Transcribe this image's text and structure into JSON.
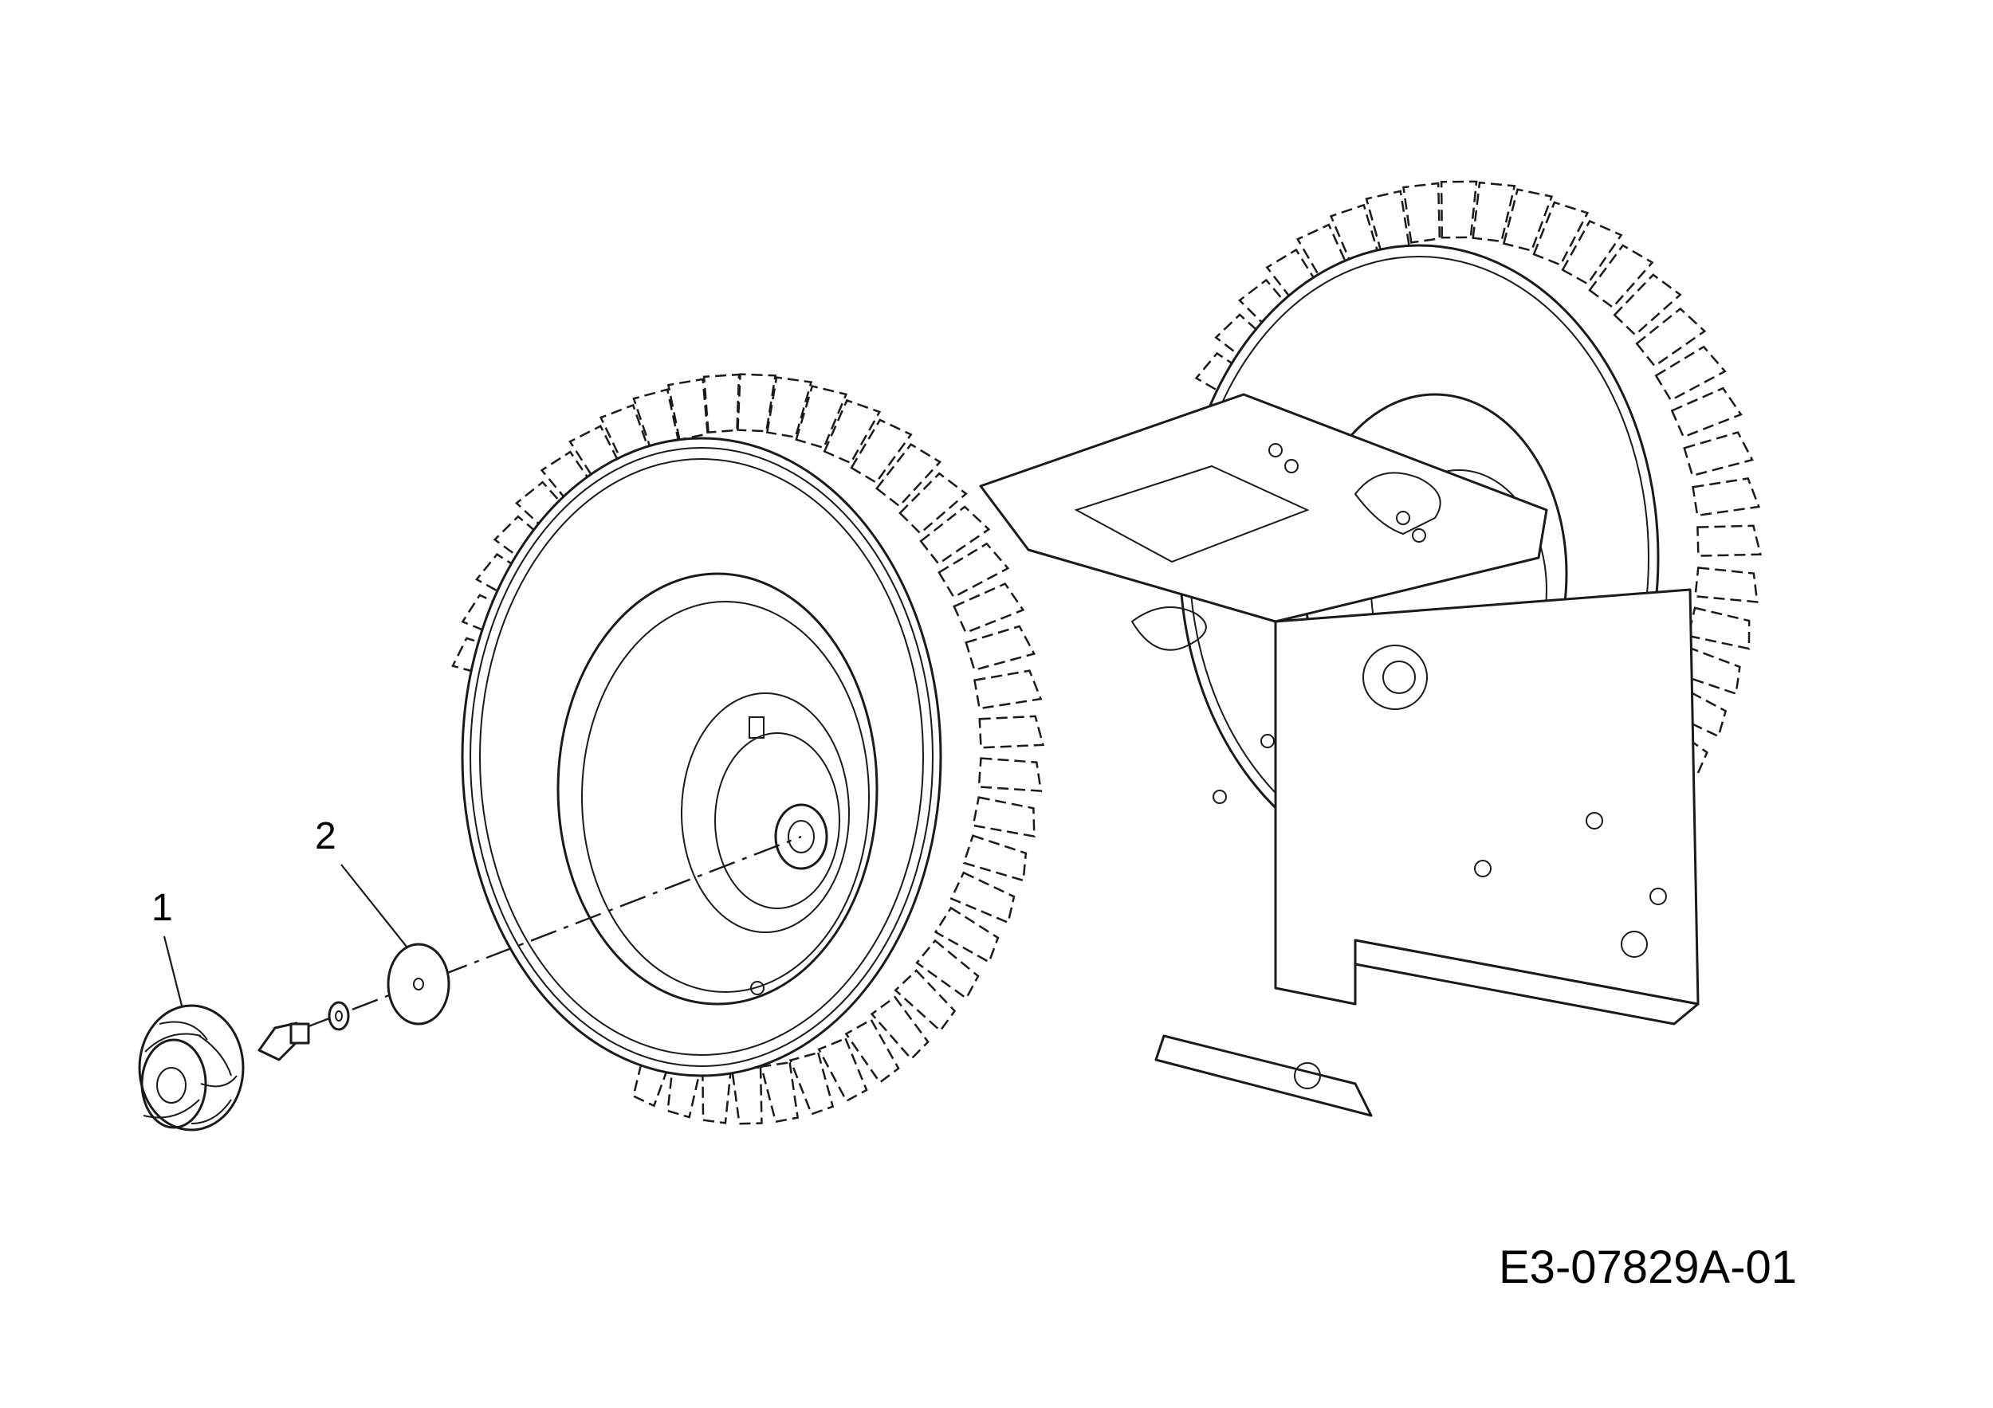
{
  "diagram": {
    "callouts": [
      {
        "number": "1",
        "part": "wheel-knob"
      },
      {
        "number": "2",
        "part": "washer"
      }
    ],
    "drawing_code": "E3-07829A-01"
  }
}
